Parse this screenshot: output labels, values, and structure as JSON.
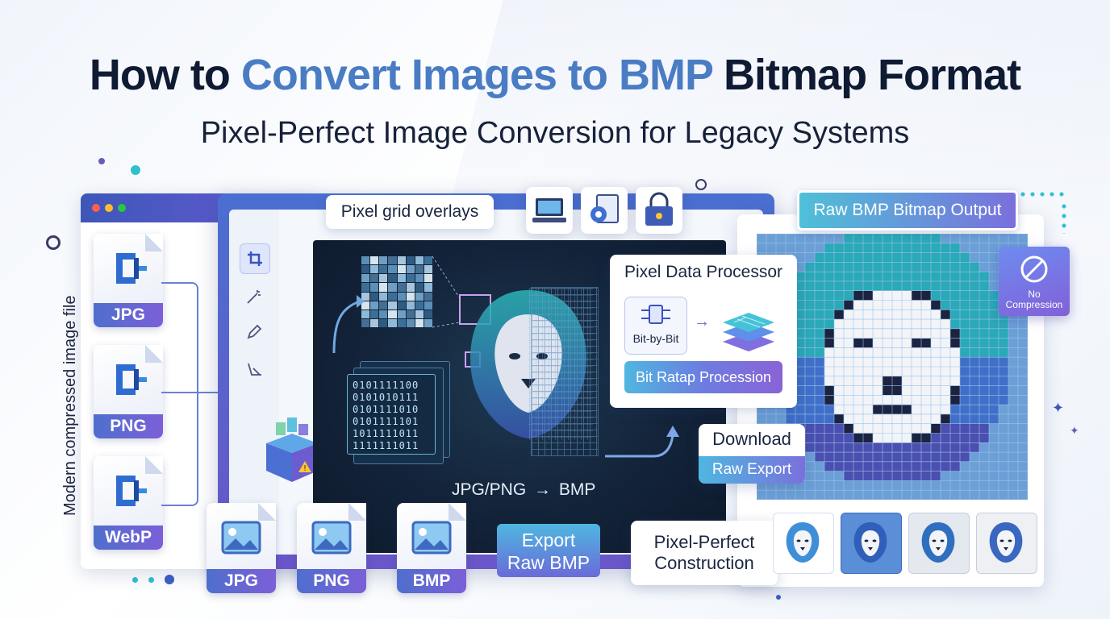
{
  "header": {
    "title_part1": "How to ",
    "title_highlight": "Convert Images to BMP",
    "title_part2": " Bitmap Format",
    "subtitle": "Pixel-Perfect Image Conversion for Legacy Systems"
  },
  "left": {
    "vertical_label": "Modern compressed image file",
    "files": [
      {
        "label": "JPG",
        "icon": "clamp-icon"
      },
      {
        "label": "PNG",
        "icon": "clamp-icon"
      },
      {
        "label": "WebP",
        "icon": "clamp-icon"
      }
    ]
  },
  "editor": {
    "pixel_grid_label": "Pixel grid overlays",
    "top_icons": [
      "computer-icon",
      "gear-document-icon",
      "lock-icon"
    ],
    "tools": [
      "crop-icon",
      "magic-wand-icon",
      "pencil-icon",
      "transform-icon"
    ],
    "binary_rows": [
      "0101111100",
      "0101010111",
      "0101111010",
      "0101111101",
      "1011111011",
      "1111111011"
    ],
    "conversion_label": "JPG/PNG → BMP",
    "bottom_files": [
      {
        "label": "JPG"
      },
      {
        "label": "PNG"
      },
      {
        "label": "BMP"
      }
    ],
    "export_label_line1": "Export",
    "export_label_line2": "Raw BMP"
  },
  "processor": {
    "title": "Pixel Data Processor",
    "chip_label": "Bit-by-Bit",
    "button": "Bit Ratap Procession"
  },
  "download": {
    "title": "Download",
    "button": "Raw Export"
  },
  "output": {
    "title": "Raw BMP Bitmap Output",
    "badge_line1": "No",
    "badge_line2": "Compression",
    "construction_line1": "Pixel-Perfect",
    "construction_line2": "Construction"
  },
  "colors": {
    "accent": "#4a7cc4",
    "navy": "#0f1a33",
    "gradient_start": "#4fb7e0",
    "gradient_end": "#8a63d6"
  }
}
